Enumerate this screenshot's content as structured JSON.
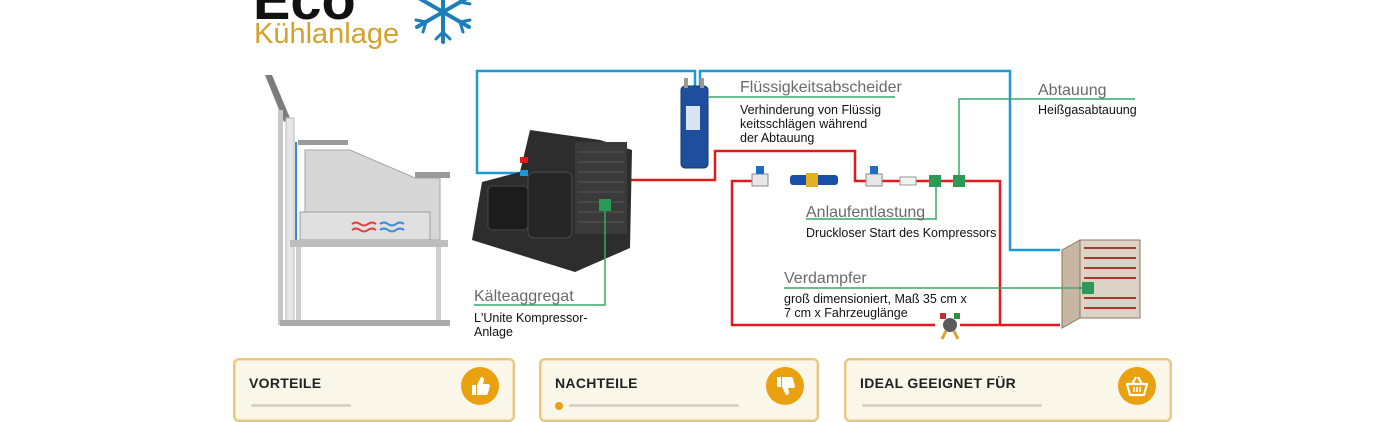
{
  "brand": {
    "title": "Eco",
    "subtitle": "Kühlanlage"
  },
  "labels": {
    "separator": {
      "title": "Flüssigkeitsabscheider",
      "desc": "Verhinderung von Flüssig\nkeitsschlägen während\nder Abtauung"
    },
    "defrost": {
      "title": "Abtauung",
      "desc": "Heißgasabtauung"
    },
    "unloader": {
      "title": "Anlaufentlastung",
      "desc": "Druckloser Start des Kompressors"
    },
    "evaporator": {
      "title": "Verdampfer",
      "desc": "groß dimensioniert, Maß 35 cm x\n7 cm x Fahrzeuglänge"
    },
    "condensing_unit": {
      "title": "Kälteaggregat",
      "desc": "L'Unite Kompressor-\nAnlage"
    }
  },
  "cards": [
    {
      "title": "VORTEILE",
      "icon": "thumbs-up-icon"
    },
    {
      "title": "NACHTEILE",
      "icon": "thumbs-down-icon"
    },
    {
      "title": "IDEAL GEEIGNET FÜR",
      "icon": "basket-icon"
    }
  ],
  "colors": {
    "accent": "#d3a12d",
    "pipe_hot": "#e11a1a",
    "pipe_cold": "#1c9ad6",
    "leader": "#3aa56a",
    "card_icon": "#e9a10f"
  }
}
